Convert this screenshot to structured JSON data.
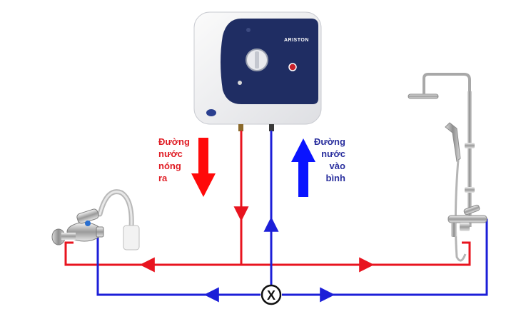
{
  "heater": {
    "brand": "ARISTON"
  },
  "hot_label": {
    "lines": [
      "Đường",
      "nước",
      "nóng",
      "ra"
    ]
  },
  "cold_label": {
    "lines": [
      "Đường",
      "nước",
      "vào",
      "bình"
    ]
  },
  "colors": {
    "hot": "#e8141f",
    "cold": "#1c1fd8",
    "heater_panel": "#1f2d63"
  },
  "valve": {
    "symbol": "X"
  }
}
